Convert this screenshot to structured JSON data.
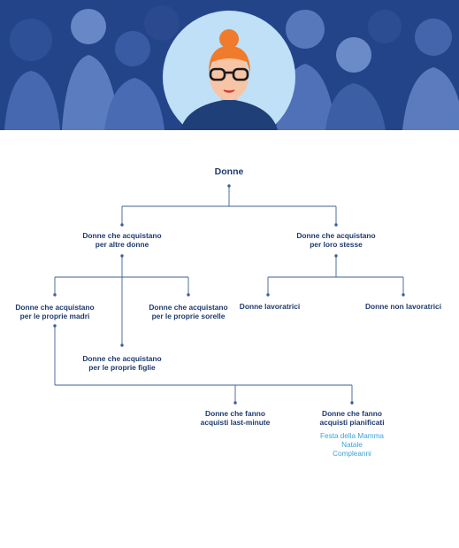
{
  "colors": {
    "banner_bg": "#24448a",
    "figures": "#4d6fb8",
    "line": "#3e5f96",
    "text": "#1f3a6e",
    "accent": "#3aa3d6",
    "avatar_circle": "#bfe0f6",
    "hair": "#f07b2d"
  },
  "banner": {
    "avatar_icon": "woman-with-glasses-avatar-icon"
  },
  "tree": {
    "root": "Donne",
    "buy_for_others": [
      "Donne che acquistano",
      "per altre donne"
    ],
    "buy_for_self": [
      "Donne che acquistano",
      "per loro stesse"
    ],
    "mothers": [
      "Donne che acquistano",
      "per le proprie madri"
    ],
    "sisters": [
      "Donne che acquistano",
      "per le proprie sorelle"
    ],
    "daughters": [
      "Donne che acquistano",
      "per le proprie figlie"
    ],
    "working": "Donne lavoratrici",
    "non_working": "Donne non lavoratrici",
    "last_minute": [
      "Donne che fanno",
      "acquisti last-minute"
    ],
    "planned": [
      "Donne che fanno",
      "acquisti pianificati"
    ],
    "occasions": [
      "Festa della Mamma",
      "Natale",
      "Compleanni"
    ]
  }
}
